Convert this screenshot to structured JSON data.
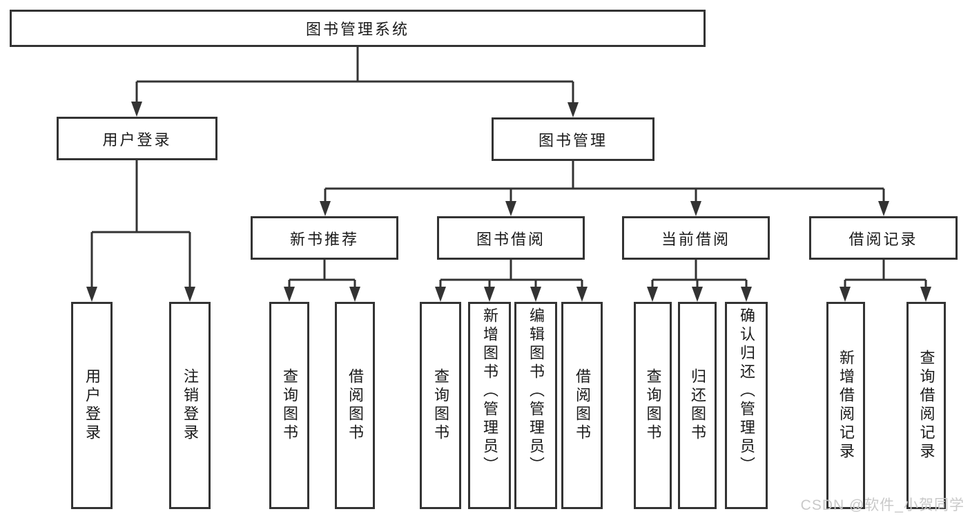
{
  "diagram_title": "图书管理系统",
  "tree": {
    "label": "图书管理系统",
    "children": [
      {
        "label": "用户登录",
        "children": [
          {
            "label": "用户登录"
          },
          {
            "label": "注销登录"
          }
        ]
      },
      {
        "label": "图书管理",
        "children": [
          {
            "label": "新书推荐",
            "children": [
              {
                "label": "查询图书"
              },
              {
                "label": "借阅图书"
              }
            ]
          },
          {
            "label": "图书借阅",
            "children": [
              {
                "label": "查询图书"
              },
              {
                "label": "新增图书（管理员）"
              },
              {
                "label": "编辑图书（管理员）"
              },
              {
                "label": "借阅图书"
              }
            ]
          },
          {
            "label": "当前借阅",
            "children": [
              {
                "label": "查询图书"
              },
              {
                "label": "归还图书"
              },
              {
                "label": "确认归还（管理员）"
              }
            ]
          },
          {
            "label": "借阅记录",
            "children": [
              {
                "label": "新增借阅记录"
              },
              {
                "label": "查询借阅记录"
              }
            ]
          }
        ]
      }
    ]
  },
  "watermark": {
    "text": "CSDN @软件_小贺同学"
  },
  "colors": {
    "line": "#333333",
    "text": "#1a1a1a",
    "background": "#ffffff",
    "watermark": "#c9c9c9"
  }
}
